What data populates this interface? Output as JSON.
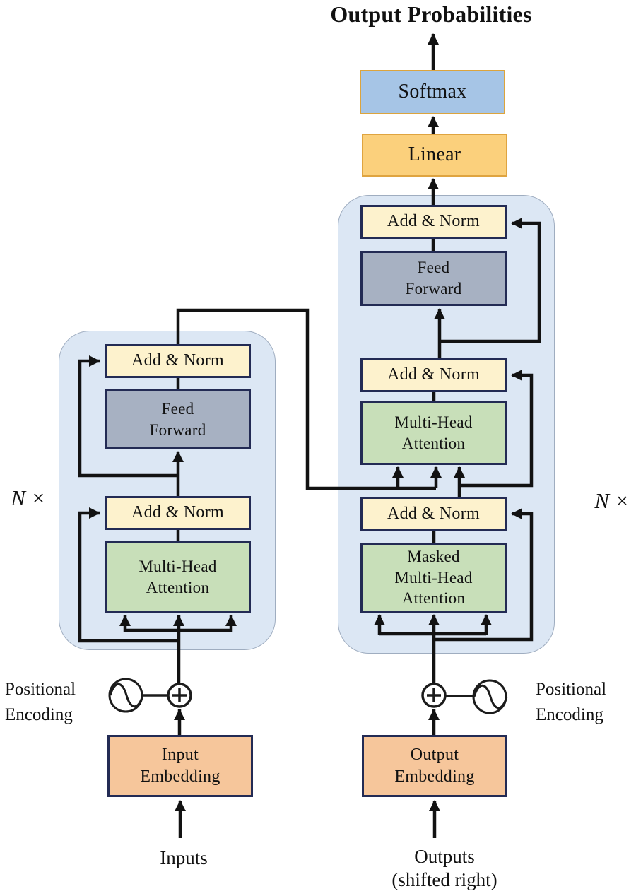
{
  "title": "Output Probabilities",
  "side_labels": {
    "left": "N ×",
    "right": "N ×"
  },
  "nodes": {
    "softmax": "Softmax",
    "linear": "Linear",
    "decoder_add_norm_top": "Add & Norm",
    "decoder_feed_forward": "Feed\nForward",
    "decoder_add_norm_mid": "Add & Norm",
    "decoder_multi_head_attention": "Multi-Head\nAttention",
    "decoder_add_norm_bottom": "Add & Norm",
    "decoder_masked_multi_head_attention": "Masked\nMulti-Head\nAttention",
    "encoder_add_norm_top": "Add & Norm",
    "encoder_feed_forward": "Feed\nForward",
    "encoder_add_norm_bottom": "Add & Norm",
    "encoder_multi_head_attention": "Multi-Head\nAttention",
    "input_embedding": "Input\nEmbedding",
    "output_embedding": "Output\nEmbedding"
  },
  "captions": {
    "positional_encoding_left": "Positional\nEncoding",
    "positional_encoding_right": "Positional\nEncoding",
    "inputs": "Inputs",
    "outputs": "Outputs\n(shifted right)"
  },
  "colors": {
    "container_fill": "#dce7f4",
    "container_border": "#9fadc0",
    "add_norm_fill": "#fdf2cd",
    "feed_forward_fill": "#a7b1c2",
    "attention_fill": "#c8dfb9",
    "embedding_fill": "#f6c69b",
    "softmax_fill": "#a6c5e6",
    "softmax_border": "#dca43c",
    "linear_fill": "#fbd07c",
    "linear_border": "#dfa440",
    "node_border": "#232b54",
    "wire": "#121212"
  }
}
